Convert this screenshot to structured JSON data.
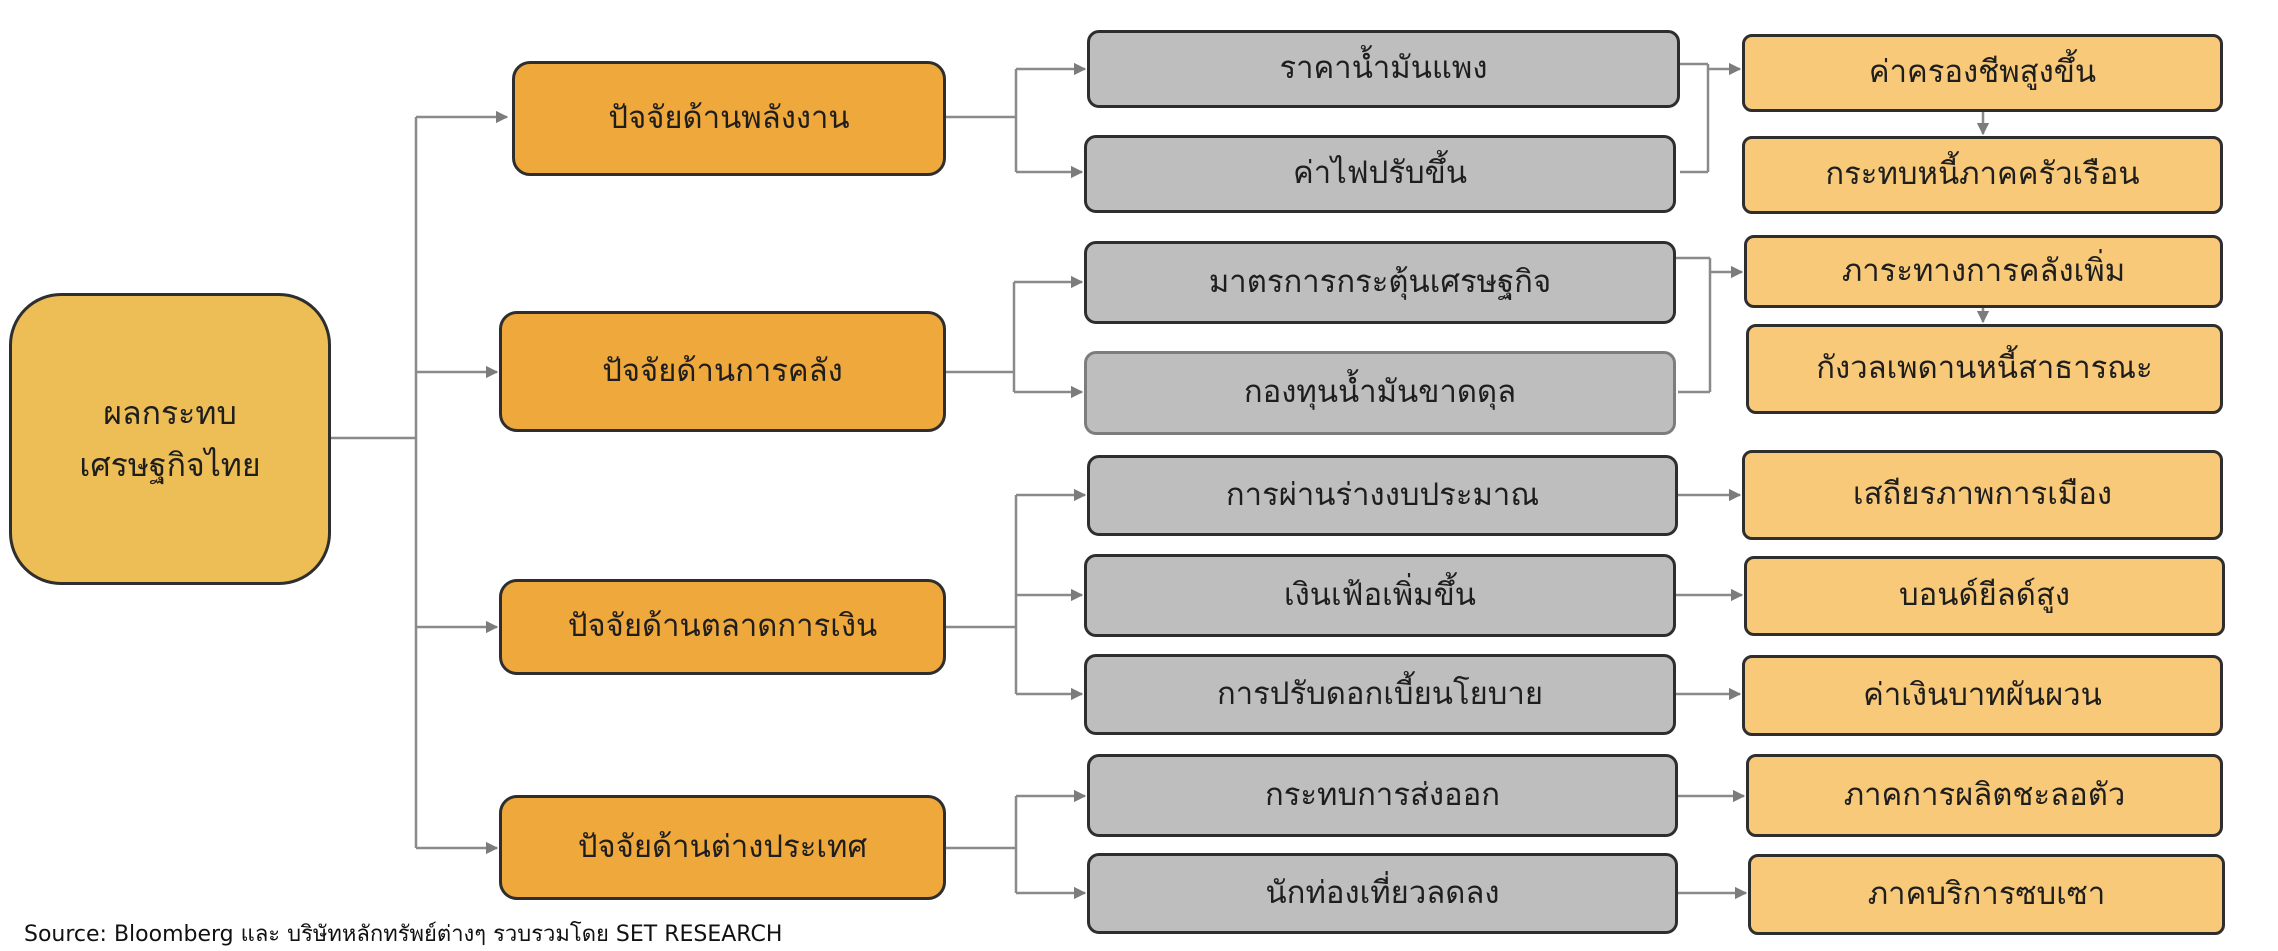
{
  "root": {
    "line1": "ผลกระทบ",
    "line2": "เศรษฐกิจไทย"
  },
  "factors": [
    {
      "label": "ปัจจัยด้านพลังงาน"
    },
    {
      "label": "ปัจจัยด้านการคลัง"
    },
    {
      "label": "ปัจจัยด้านตลาดการเงิน"
    },
    {
      "label": "ปัจจัยด้านต่างประเทศ"
    }
  ],
  "effects": [
    {
      "label": "ราคาน้ำมันแพง"
    },
    {
      "label": "ค่าไฟปรับขึ้น"
    },
    {
      "label": "มาตรการกระตุ้นเศรษฐกิจ"
    },
    {
      "label": "กองทุนน้ำมันขาดดุล"
    },
    {
      "label": "การผ่านร่างงบประมาณ"
    },
    {
      "label": "เงินเฟ้อเพิ่มขึ้น"
    },
    {
      "label": "การปรับดอกเบี้ยนโยบาย"
    },
    {
      "label": "กระทบการส่งออก"
    },
    {
      "label": "นักท่องเที่ยวลดลง"
    }
  ],
  "outcomes": [
    {
      "label": "ค่าครองชีพสูงขึ้น"
    },
    {
      "label": "กระทบหนี้ภาคครัวเรือน"
    },
    {
      "label": "ภาระทางการคลังเพิ่ม"
    },
    {
      "label": "กังวลเพดานหนี้สาธารณะ"
    },
    {
      "label": "เสถียรภาพการเมือง"
    },
    {
      "label": "บอนด์ยีลด์สูง"
    },
    {
      "label": "ค่าเงินบาทผันผวน"
    },
    {
      "label": "ภาคการผลิตชะลอตัว"
    },
    {
      "label": "ภาคบริการซบเซา"
    }
  ],
  "source": "Source: Bloomberg และ บริษัทหลักทรัพย์ต่างๆ รวบรวมโดย SET RESEARCH"
}
